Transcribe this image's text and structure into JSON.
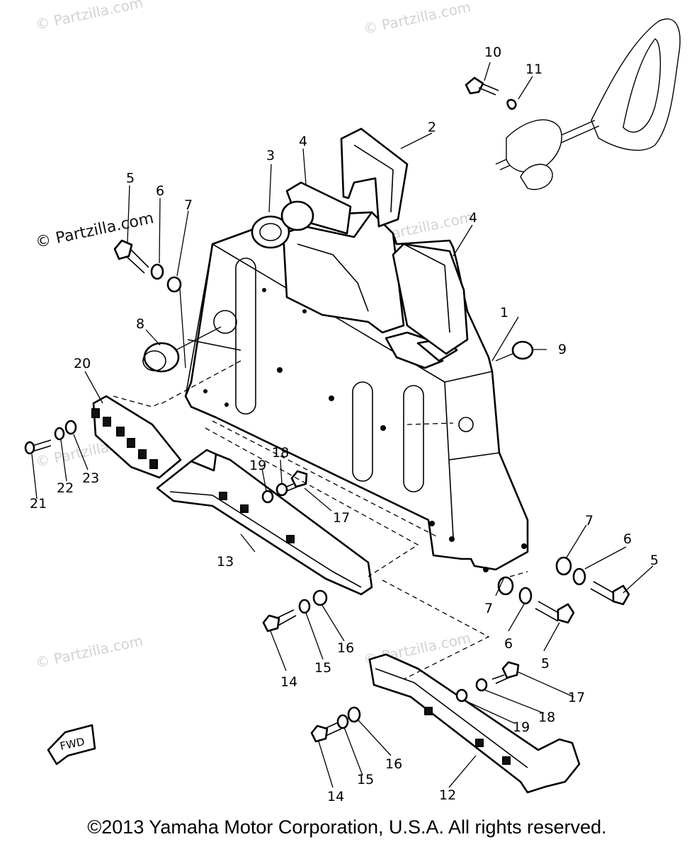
{
  "watermarks": {
    "strong": "© Partzilla.com",
    "faint": "© Partzilla.com"
  },
  "footer": {
    "copyright": "©2013 Yamaha Motor Corporation, U.S.A. All rights reserved."
  },
  "fwd_label": "FWD",
  "callouts": [
    {
      "id": "c1",
      "text": "1"
    },
    {
      "id": "c2",
      "text": "2"
    },
    {
      "id": "c3",
      "text": "3"
    },
    {
      "id": "c4a",
      "text": "4"
    },
    {
      "id": "c4b",
      "text": "4"
    },
    {
      "id": "c5a",
      "text": "5"
    },
    {
      "id": "c5b",
      "text": "5"
    },
    {
      "id": "c5c",
      "text": "5"
    },
    {
      "id": "c6a",
      "text": "6"
    },
    {
      "id": "c6b",
      "text": "6"
    },
    {
      "id": "c6c",
      "text": "6"
    },
    {
      "id": "c7a",
      "text": "7"
    },
    {
      "id": "c7b",
      "text": "7"
    },
    {
      "id": "c7c",
      "text": "7"
    },
    {
      "id": "c8",
      "text": "8"
    },
    {
      "id": "c9",
      "text": "9"
    },
    {
      "id": "c10",
      "text": "10"
    },
    {
      "id": "c11",
      "text": "11"
    },
    {
      "id": "c12",
      "text": "12"
    },
    {
      "id": "c13",
      "text": "13"
    },
    {
      "id": "c14a",
      "text": "14"
    },
    {
      "id": "c14b",
      "text": "14"
    },
    {
      "id": "c15a",
      "text": "15"
    },
    {
      "id": "c15b",
      "text": "15"
    },
    {
      "id": "c16a",
      "text": "16"
    },
    {
      "id": "c16b",
      "text": "16"
    },
    {
      "id": "c17a",
      "text": "17"
    },
    {
      "id": "c17b",
      "text": "17"
    },
    {
      "id": "c18a",
      "text": "18"
    },
    {
      "id": "c18b",
      "text": "18"
    },
    {
      "id": "c19a",
      "text": "19"
    },
    {
      "id": "c19b",
      "text": "19"
    },
    {
      "id": "c20",
      "text": "20"
    },
    {
      "id": "c21",
      "text": "21"
    },
    {
      "id": "c22",
      "text": "22"
    },
    {
      "id": "c23",
      "text": "23"
    }
  ]
}
